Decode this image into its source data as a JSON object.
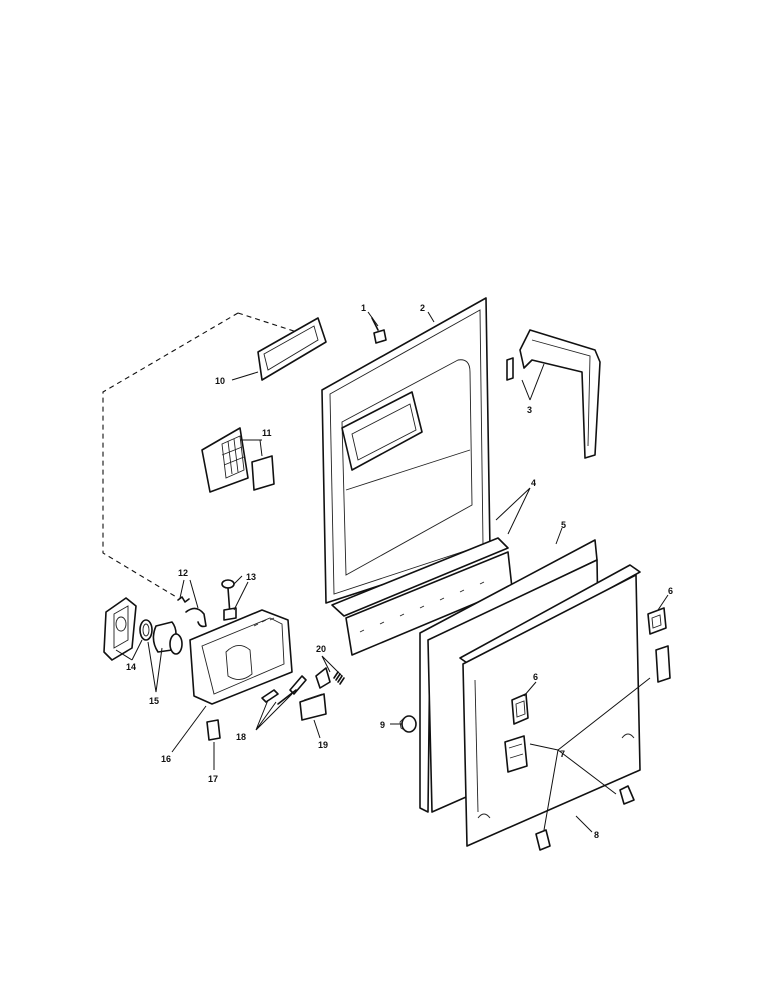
{
  "callouts": {
    "c1": "1",
    "c2": "2",
    "c3": "3",
    "c4": "4",
    "c5": "5",
    "c6a": "6",
    "c6b": "6",
    "c7": "7",
    "c8": "8",
    "c9": "9",
    "c10": "10",
    "c11": "11",
    "c12": "12",
    "c13": "13",
    "c14": "14",
    "c15": "15",
    "c16": "16",
    "c17": "17",
    "c18": "18",
    "c19": "19",
    "c20": "20"
  }
}
